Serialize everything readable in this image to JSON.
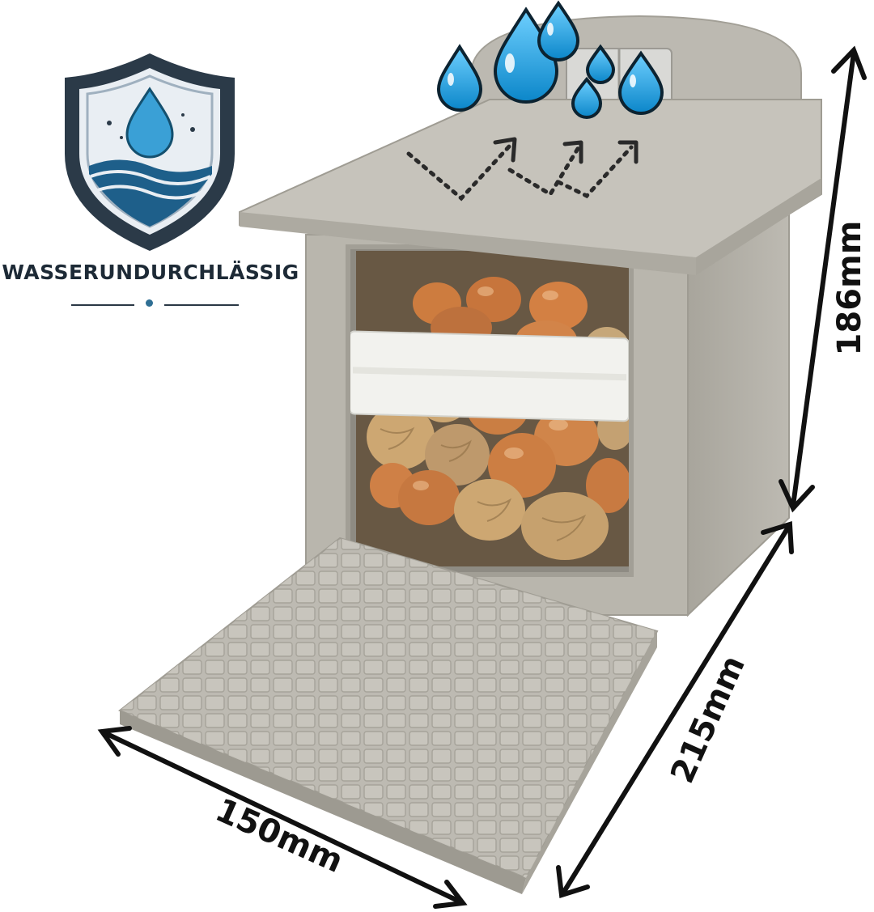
{
  "badge": {
    "label": "WASSERUNDURCHLÄSSIG",
    "icon": "water-resistant-shield-icon",
    "colors": {
      "shield_outer": "#2b3a48",
      "shield_inner": "#e9eef3",
      "water": "#1e6e9c",
      "drop": "#3aa0d6"
    }
  },
  "dimensions": {
    "height": "186mm",
    "depth": "215mm",
    "width": "150mm"
  },
  "product": {
    "colors": {
      "body": "#b9b6ad",
      "body_shadow": "#9f9c93",
      "roof": "#c6c3bb",
      "nut_hazel": "#c9712f",
      "nut_walnut": "#c9a067",
      "bar": "#f2f2ee"
    }
  },
  "raindrop_icon": "raindrop-icon"
}
